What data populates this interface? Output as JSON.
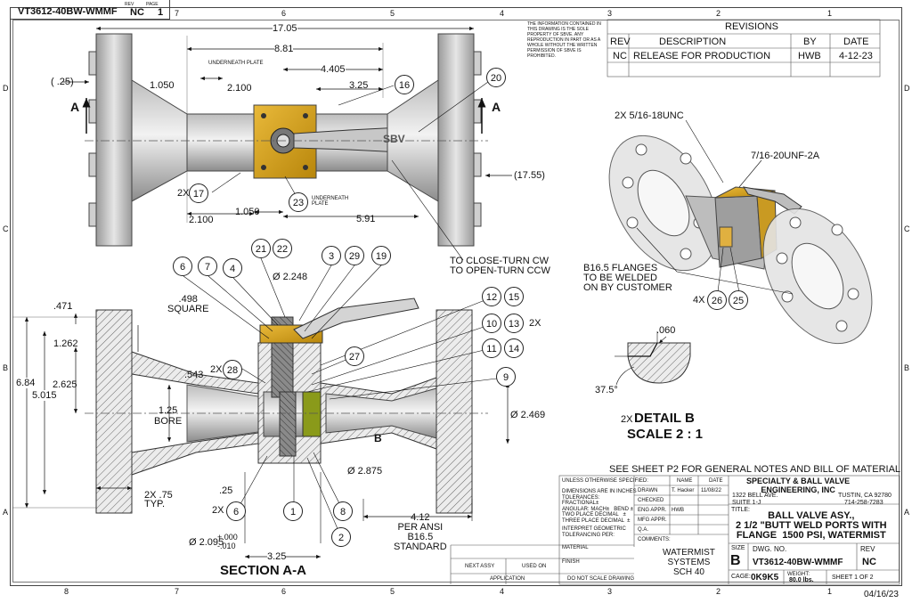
{
  "header": {
    "dwg_no": "VT3612-40BW-WMMF",
    "rev_label": "REV",
    "rev_value": "NC",
    "page_label": "PAGE",
    "page_value": "1"
  },
  "zones": {
    "top": [
      "7",
      "6",
      "5",
      "4",
      "3",
      "2",
      "1"
    ],
    "bottom": [
      "8",
      "7",
      "6",
      "5",
      "4",
      "3",
      "2",
      "1"
    ],
    "left": [
      "D",
      "C",
      "B",
      "A"
    ],
    "right": [
      "D",
      "C",
      "B",
      "A"
    ]
  },
  "proprietary": "THE INFORMATION CONTAINED IN THIS DRAWING IS THE SOLE PROPERTY OF SBVE. ANY REPRODUCTION IN PART OR AS A WHOLE WITHOUT THE WRITTEN PERMISSION OF SBVE IS PROHIBITED.",
  "revisions": {
    "title": "REVISIONS",
    "headers": [
      "REV",
      "DESCRIPTION",
      "BY",
      "DATE"
    ],
    "rows": [
      [
        "NC",
        "RELEASE FOR PRODUCTION",
        "HWB",
        "4-12-23"
      ]
    ]
  },
  "top_view": {
    "dims": {
      "overall": "17.05",
      "d881": "8.81",
      "d4405": "4.405",
      "d325": "3.25",
      "d25": "( .25)",
      "d1050a": "1.050",
      "d2100a": "2.100",
      "d2100b": "2.100",
      "d1050b": "1.050",
      "d591": "5.91",
      "d1755": "(17.55)"
    },
    "notes": {
      "underneath_plate": "UNDERNEATH PLATE",
      "underneath_plate2": "UNDERNEATH PLATE",
      "two_x": "2X",
      "section_a": "A",
      "section_a2": "A",
      "turn_note": "TO CLOSE-TURN CW\nTO OPEN-TURN CCW"
    },
    "balloons": [
      "16",
      "20",
      "17",
      "23"
    ],
    "handle_logo": "SBV"
  },
  "iso_view": {
    "notes": {
      "unc": "2X 5/16-18UNC",
      "unf": "7/16-20UNF-2A",
      "flange_note": "B16.5 FLANGES\nTO BE WELDED\nON BY CUSTOMER",
      "four_x": "4X"
    },
    "balloons": [
      "26",
      "25"
    ]
  },
  "detail_b": {
    "dim_060": ".060",
    "angle": "37.5°",
    "title_prefix": "2X",
    "title": "DETAIL B",
    "scale": "SCALE 2 : 1"
  },
  "section_view": {
    "dims": {
      "d6_84": "6.84",
      "d5015": "5.015",
      "d471": ".471",
      "d498": ".498\nSQUARE",
      "d1262": "1.262",
      "d2625": "2.625",
      "d543": ".543",
      "d125": "1.25\nBORE",
      "dia2248": "Ø 2.248",
      "dia2469": "Ø 2.469",
      "dia2875": "Ø 2.875",
      "d75": "2X .75\nTYP.",
      "d25": ".25",
      "dia2095": "Ø 2.095",
      "tol_plus": "+.000",
      "tol_minus": "-.010",
      "d325": "3.25",
      "d412": "4.12\nPER ANSI\nB16.5\nSTANDARD"
    },
    "balloons": [
      "6",
      "7",
      "4",
      "21",
      "22",
      "3",
      "29",
      "19",
      "12",
      "15",
      "10",
      "13",
      "11",
      "14",
      "27",
      "9",
      "28",
      "1",
      "2",
      "8",
      "6"
    ],
    "two_x_labels": [
      "2X",
      "2X",
      "2X"
    ],
    "title": "SECTION A-A",
    "detail_b_tag": "B"
  },
  "see_sheet": "SEE SHEET P2 FOR GENERAL NOTES AND BILL OF MATERIAL",
  "title_block": {
    "unless": "UNLESS OTHERWISE SPECIFIED:",
    "dims_in_inches": "DIMENSIONS ARE IN INCHES\nTOLERANCES:\nFRACTIONAL±\nANGULAR: MACH±   BEND ±\nTWO PLACE DECIMAL   ±\nTHREE PLACE DECIMAL  ±",
    "interpret": "INTERPRET GEOMETRIC\nTOLERANCING PER:",
    "material": "MATERIAL",
    "finish": "FINISH",
    "next_assy": "NEXT ASSY",
    "used_on": "USED ON",
    "application": "APPLICATION",
    "do_not_scale": "DO NOT SCALE DRAWING",
    "name_col": "NAME",
    "date_col": "DATE",
    "drawn": "DRAWN",
    "drawn_name": "T. Hacker",
    "drawn_date": "11/08/22",
    "checked": "CHECKED",
    "eng_appr": "ENG APPR.",
    "eng_name": "HWB",
    "mfg_appr": "MFG APPR.",
    "qa": "Q.A.",
    "comments": "COMMENTS:",
    "watermist": "WATERMIST\nSYSTEMS\nSCH 40",
    "company": "SPECIALTY & BALL VALVE\nENGINEERING, INC",
    "address1": "1322 BELL AVE.",
    "address2": "SUITE 1-J",
    "city": "TUSTIN, CA 92780",
    "phone": "714-258-7283",
    "title_label": "TITLE:",
    "title": "BALL VALVE ASY.,\n2 1/2 \"BUTT WELD PORTS WITH\nFLANGE  1500 PSI, WATERMIST",
    "size_label": "SIZE",
    "size": "B",
    "dwg_no_label": "DWG.  NO.",
    "dwg_no": "VT3612-40BW-WMMF",
    "rev_label": "REV",
    "rev": "NC",
    "cage_label": "CAGE:",
    "cage": "0K9K5",
    "weight_label": "WEIGHT:",
    "weight": "80.0 lbs.",
    "sheet": "SHEET 1 OF 2"
  },
  "footer_date": "04/16/23"
}
